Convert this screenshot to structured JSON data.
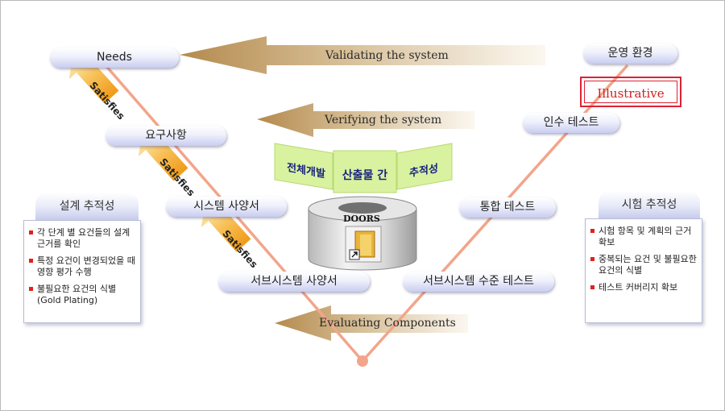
{
  "arrows": {
    "validating": "Validating the system",
    "verifying": "Verifying the system",
    "evaluating": "Evaluating Components"
  },
  "left_v": {
    "needs": "Needs",
    "requirements": "요구사항",
    "system_spec": "시스템 사양서",
    "subsystem_spec": "서브시스템 사양서"
  },
  "right_v": {
    "operational_env": "운영 환경",
    "acceptance_test": "인수 테스트",
    "integration_test": "통합 테스트",
    "subsystem_test": "서브시스템 수준 테스트"
  },
  "satisfies": [
    "Satisfies",
    "Satisfies",
    "Satisfies"
  ],
  "illustrative": "Illustrative",
  "center": {
    "panel_left": "전체개발",
    "panel_center": "산출물 간",
    "panel_right": "추적성",
    "db_label": "DOORS"
  },
  "design_trace": {
    "title": "설계 추적성",
    "items": [
      "각 단계 별 요건들의 설계근거를 확인",
      "특정 요건이 변경되었을 때 영향 평가 수행",
      "불필요한 요건의 식별 (Gold Plating)"
    ]
  },
  "test_trace": {
    "title": "시험 추적성",
    "items": [
      "시험 항목 및 계획의 근거 확보",
      "중복되는 요건 및 불필요한 요건의 식별",
      "테스트 커버리지 확보"
    ]
  },
  "colors": {
    "v_line": "#f2a58a",
    "arrow_body": "#c8a87a",
    "panel_green": "#d8f2a0",
    "accent_red": "#e02020"
  }
}
